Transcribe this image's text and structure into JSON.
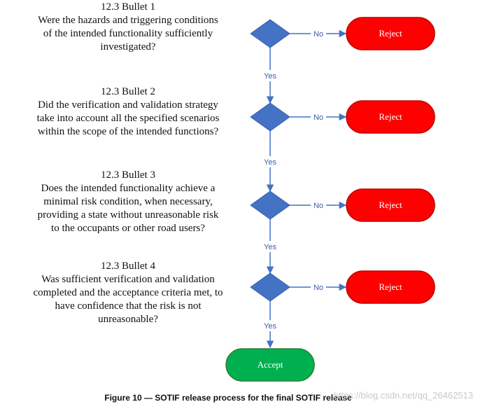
{
  "questions": [
    {
      "heading": "12.3 Bullet 1",
      "lines": [
        "Were the hazards and triggering conditions",
        "of the intended functionality sufficiently",
        "investigated?"
      ]
    },
    {
      "heading": "12.3 Bullet 2",
      "lines": [
        "Did the verification and validation strategy",
        "take into account all the specified scenarios",
        "within the scope of the intended functions?"
      ]
    },
    {
      "heading": "12.3 Bullet 3",
      "lines": [
        "Does the intended functionality achieve a",
        "minimal risk condition, when necessary,",
        "providing a state without unreasonable risk",
        "to the occupants or other road users?"
      ]
    },
    {
      "heading": "12.3 Bullet 4",
      "lines": [
        "Was sufficient verification and validation",
        "completed and the acceptance criteria met, to",
        "have confidence that the risk is not",
        "unreasonable?"
      ]
    }
  ],
  "edges": {
    "no": "No",
    "yes": "Yes"
  },
  "terminals": {
    "reject": "Reject",
    "accept": "Accept"
  },
  "caption": "Figure 10 — SOTIF release process for the final SOTIF release",
  "watermark": "https://blog.csdn.net/qq_26462513",
  "colors": {
    "diamond": "#4472c4",
    "diamond_stroke": "#3a62ad",
    "connector": "#4472c4",
    "reject_fill": "#ff0000",
    "reject_stroke": "#c00000",
    "accept_fill": "#00b050",
    "accept_stroke": "#2e7d32"
  }
}
